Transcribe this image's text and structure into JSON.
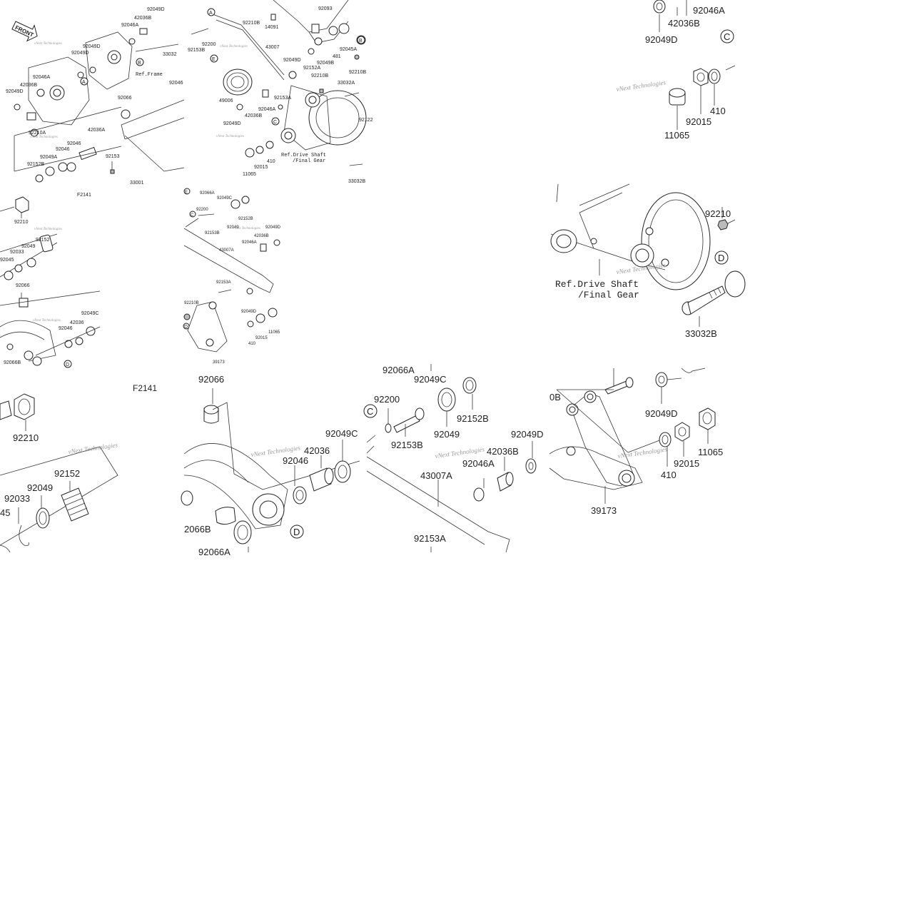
{
  "tiles": {
    "t1": {
      "front": "FRONT",
      "ref_frame": "Ref.Frame",
      "fig": "F2141",
      "labels": [
        "92049D",
        "42036B",
        "92046A",
        "92049D",
        "92049D",
        "33032",
        "92046A",
        "42036B",
        "92049D",
        "92066",
        "92046",
        "92210A",
        "42036A",
        "92046",
        "92049A",
        "92153",
        "92152B",
        "33001",
        "A",
        "B"
      ],
      "wm": "vNext Technologies"
    },
    "t2": {
      "ref_drive": "Ref.Drive Shaft",
      "ref_final": "/Final Gear",
      "labels": [
        "A",
        "92210B",
        "14091",
        "92093",
        "92153B",
        "92200",
        "43007",
        "B",
        "92045A",
        "92049D",
        "481",
        "92049B",
        "92152A",
        "92210B",
        "92210B",
        "E",
        "33032A",
        "49006",
        "92153A",
        "92046A",
        "42036B",
        "C",
        "92049D",
        "11065",
        "92015",
        "410",
        "33032B",
        "92210B",
        "92122"
      ],
      "wm": "vNext Technologies"
    },
    "t3": {
      "labels": [
        "92049D",
        "92046A",
        "42036B",
        "C",
        "410",
        "92015",
        "11065"
      ],
      "wm": "vNext Technologies"
    },
    "t4": {
      "labels": [
        "92210",
        "92152",
        "92049",
        "92033",
        "92045",
        "92066",
        "92049C",
        "42036",
        "92046",
        "92066B",
        "D"
      ],
      "fig": "F2141",
      "wm": "vNext Technologies"
    },
    "t5": {
      "labels": [
        "E",
        "92066A",
        "92049C",
        "92200",
        "C",
        "92152B",
        "92153B",
        "92049",
        "92049D",
        "42036B",
        "92046A",
        "43007A",
        "92153A",
        "92210B",
        "92049D",
        "D",
        "11065",
        "92015",
        "410",
        "39173"
      ],
      "wm": "vNext Technologies"
    },
    "t6": {
      "labels": [
        "92210",
        "D",
        "33032B"
      ],
      "ref_drive": "Ref.Drive Shaft",
      "ref_final": "/Final Gear",
      "wm": "vNext Technologies"
    },
    "t7": {
      "labels": [
        "92210",
        "92152",
        "92049",
        "92033",
        "45"
      ],
      "fig": "F2141",
      "wm": "vNext Technologies"
    },
    "t8": {
      "labels": [
        "92066",
        "92049C",
        "42036",
        "92046",
        "2066B",
        "D",
        "92066A"
      ],
      "wm": "vNext Technologies"
    },
    "t9": {
      "labels": [
        "92066A",
        "92049C",
        "92200",
        "92152B",
        "92153B",
        "92049",
        "92049D",
        "42036B",
        "92046A",
        "43007A",
        "92153A",
        "C"
      ],
      "wm": "vNext Technologies"
    },
    "t10": {
      "labels": [
        "0B",
        "92049D",
        "11065",
        "92015",
        "410",
        "39173"
      ],
      "wm": "vNext Technologies"
    }
  }
}
